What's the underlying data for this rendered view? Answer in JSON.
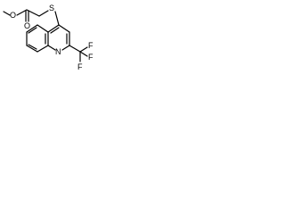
{
  "molecule": {
    "atoms": [
      {
        "id": "S1",
        "symbol": "S"
      },
      {
        "id": "O1",
        "symbol": "O"
      },
      {
        "id": "O2",
        "symbol": "O"
      },
      {
        "id": "N1",
        "symbol": "N"
      },
      {
        "id": "F1",
        "symbol": "F"
      },
      {
        "id": "F2",
        "symbol": "F"
      },
      {
        "id": "F3",
        "symbol": "F"
      }
    ]
  }
}
